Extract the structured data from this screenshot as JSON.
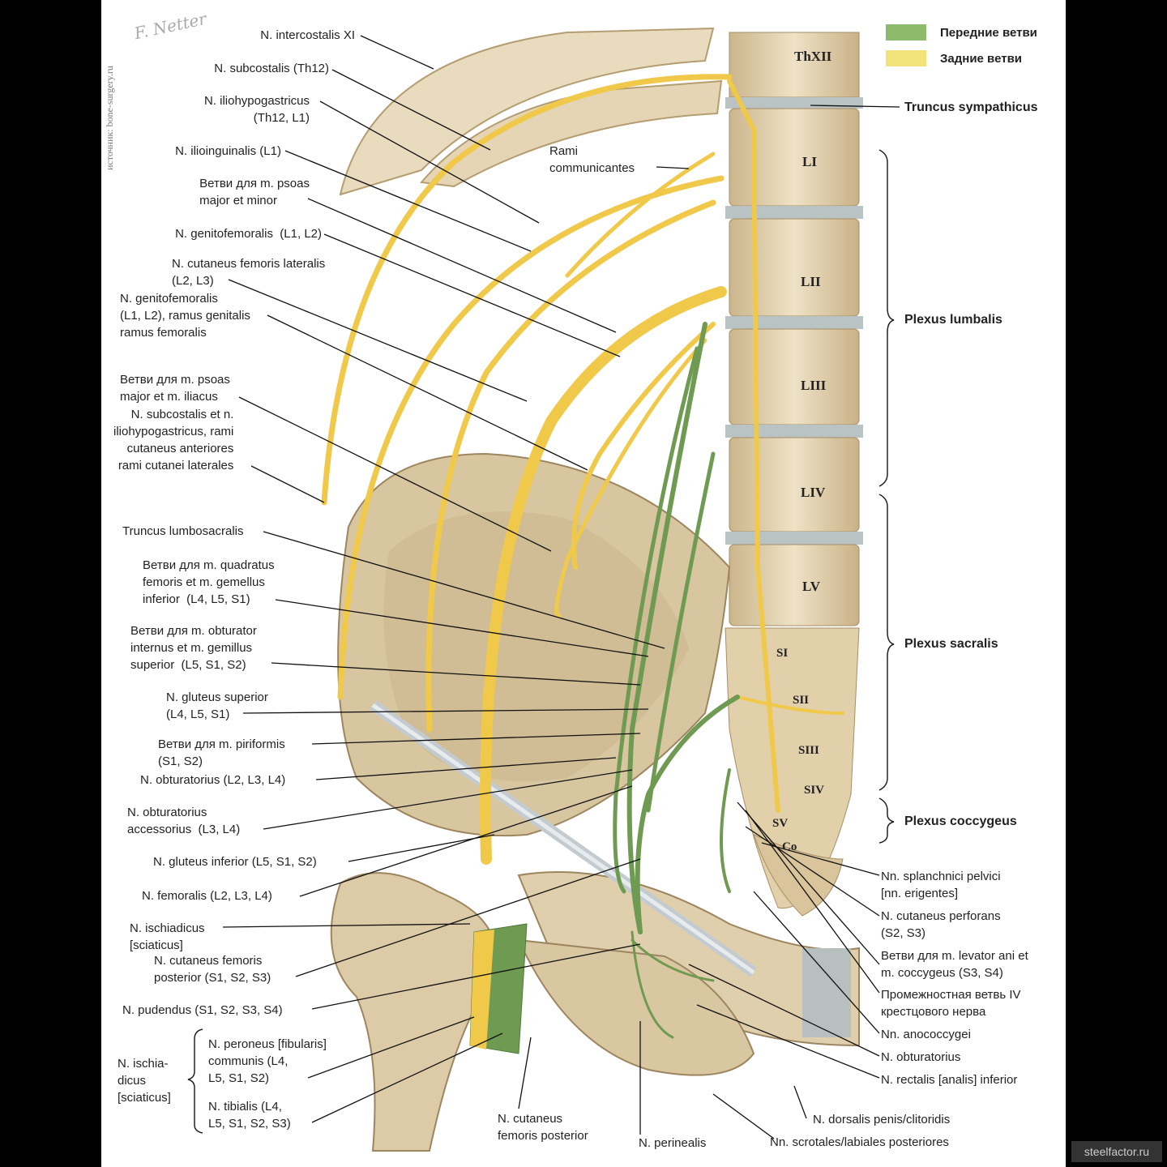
{
  "legend": {
    "anterior": {
      "label": "Передние ветви",
      "color": "#8dba6b"
    },
    "posterior": {
      "label": "Задние ветви",
      "color": "#f3e27a"
    }
  },
  "source": "источник: bone-surgery.ru",
  "signature": "F. Netter",
  "watermark": "steelfactor.ru",
  "colors": {
    "bone": "#e3d3b2",
    "nerve_yellow": "#f0c94a",
    "nerve_green": "#6f9a52",
    "background": "#ffffff",
    "frame": "#000000"
  },
  "vertebrae": {
    "th12": "ThXII",
    "l1": "LI",
    "l2": "LII",
    "l3": "LIII",
    "l4": "LIV",
    "l5": "LV",
    "s1": "SI",
    "s2": "SII",
    "s3": "SIII",
    "s4": "SIV",
    "s5": "SV",
    "co": "Co"
  },
  "left_labels": [
    "N. intercostalis XI",
    "N. subcostalis (Th12)",
    "N. iliohypogastricus\n(Th12, L1)",
    "N. ilioinguinalis (L1)",
    "Ветви для m. psoas\nmajor et minor",
    "N. genitofemoralis  (L1, L2)",
    "N. cutaneus femoris lateralis\n(L2, L3)",
    "N. genitofemoralis\n(L1, L2), ramus genitalis\nramus femoralis",
    "Ветви для m. psoas\nmajor et m. iliacus",
    "N. subcostalis et n.\niliohypogastricus, rami\ncutaneus anteriores\nrami cutanei laterales",
    "Truncus lumbosacralis",
    "Ветви для m. quadratus\nfemoris et m. gemellus\ninferior  (L4, L5, S1)",
    "Ветви для m. obturator\ninternus et m. gemillus\nsuperior  (L5, S1, S2)",
    "N. gluteus superior\n(L4, L5, S1)",
    "Ветви для m. piriformis\n(S1, S2)",
    "N. obturatorius (L2, L3, L4)",
    "N. obturatorius\naccessorius  (L3, L4)",
    "N. gluteus inferior (L5, S1, S2)",
    "N. femoralis (L2, L3, L4)",
    "N. ischiadicus\n[sciaticus]",
    "N. cutaneus femoris\nposterior (S1, S2, S3)",
    "N. pudendus (S1, S2, S3, S4)",
    "N. ischia-\ndicus\n[sciaticus]",
    "N. peroneus [fibularis]\ncommunis (L4,\nL5, S1, S2)",
    "N. tibialis (L4,\nL5, S1, S2, S3)"
  ],
  "center_labels": [
    "Rami\ncommunicantes",
    "N. cutaneus\nfemoris posterior",
    "N. perinealis"
  ],
  "right_labels": [
    "Truncus sympathicus",
    "Plexus lumbalis",
    "Plexus sacralis",
    "Plexus coccygeus",
    "Nn. splanchnici pelvici\n[nn. erigentes]",
    "N. cutaneus perforans\n(S2, S3)",
    "Ветви для m. levator ani et\nm. coccygeus (S3, S4)",
    "Промежностная ветвь IV\nкрестцового нерва",
    "Nn. anococcygei",
    "N. obturatorius",
    "N. rectalis [analis] inferior",
    "N. dorsalis penis/clitoridis",
    "Nn. scrotales/labiales posteriores"
  ]
}
